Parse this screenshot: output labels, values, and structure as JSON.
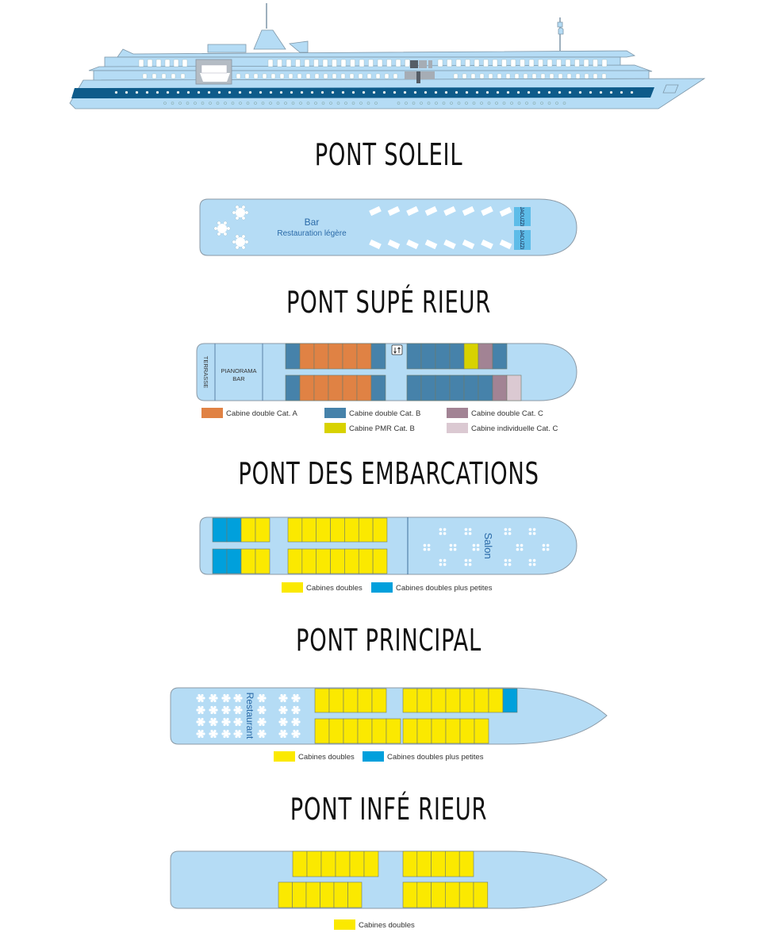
{
  "colors": {
    "hull": "#b5dcf5",
    "cat_a": "#e08244",
    "cat_b": "#4682aa",
    "pmr_b": "#d8d200",
    "cat_c": "#a28394",
    "indiv_c": "#dbc9d2",
    "double": "#fbe900",
    "double_small": "#00a0dc"
  },
  "decks": {
    "soleil": {
      "title": "PONT SOLEIL",
      "bar": "Bar",
      "restauration": "Restauration légère",
      "jacuzzi": "JACUZZI"
    },
    "superieur": {
      "title": "PONT SUPÉ RIEUR",
      "terrasse": "TERRASSE",
      "pianorama_1": "PIANORAMA",
      "pianorama_2": "BAR",
      "legend": [
        "Cabine double Cat. A",
        "Cabine double Cat. B",
        "Cabine double Cat. C",
        "Cabine PMR Cat. B",
        "Cabine individuelle Cat. C"
      ]
    },
    "embarcations": {
      "title": "PONT DES EMBARCATIONS",
      "salon": "Salon",
      "legend": [
        "Cabines doubles",
        "Cabines doubles plus petites"
      ]
    },
    "principal": {
      "title": "PONT PRINCIPAL",
      "restaurant": "Restaurant",
      "legend": [
        "Cabines doubles",
        "Cabines doubles plus petites"
      ]
    },
    "inferieur": {
      "title": "PONT INFÉ RIEUR",
      "legend": [
        "Cabines doubles"
      ]
    }
  }
}
